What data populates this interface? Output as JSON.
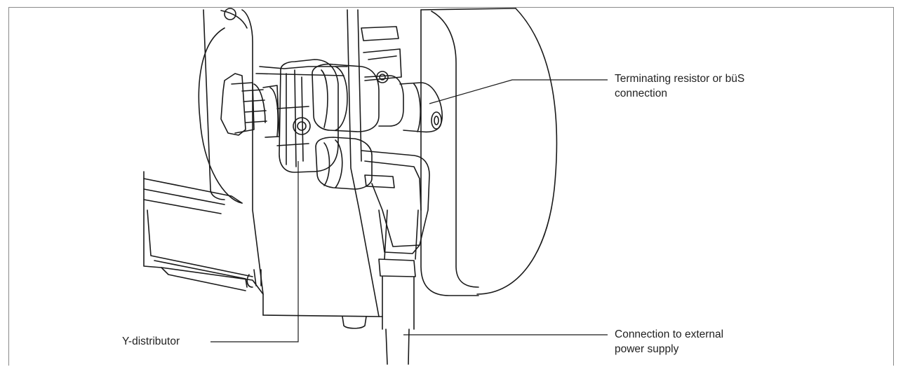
{
  "labels": {
    "terminating": {
      "line1": "Terminating resistor or büS",
      "line2": "connection"
    },
    "y_distributor": "Y-distributor",
    "power": {
      "line1": "Connection to external",
      "line2": "power supply"
    }
  },
  "colors": {
    "line": "#1a1a1a",
    "frame": "#8a8a8a",
    "text": "#222222"
  }
}
